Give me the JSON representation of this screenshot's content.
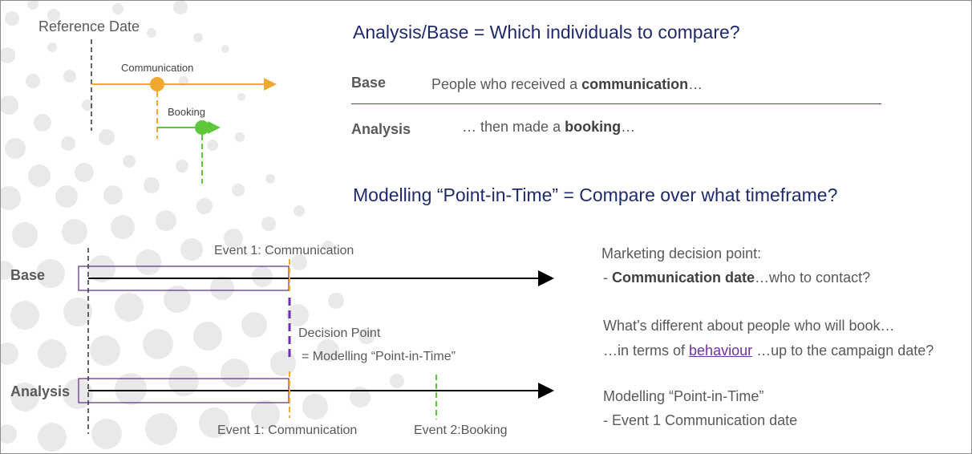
{
  "colors": {
    "heading": "#1f2a6b",
    "text": "#595959",
    "communication": "#f0a830",
    "booking": "#5cc83a",
    "decision": "#7030a0",
    "box": "#5a2a82",
    "rule": "#a0293a",
    "arrow": "#000000"
  },
  "mini_timeline": {
    "reference_date_label": "Reference Date",
    "communication_label": "Communication",
    "booking_label": "Booking"
  },
  "section1": {
    "title": "Analysis/Base = Which individuals to compare?",
    "base_label": "Base",
    "base_text_pre": "People who received a ",
    "base_text_bold": "communication",
    "base_text_post": "…",
    "analysis_label": "Analysis",
    "analysis_text_pre": "… then made a ",
    "analysis_text_bold": "booking",
    "analysis_text_post": "…"
  },
  "section2": {
    "title": "Modelling “Point-in-Time” = Compare over what timeframe?"
  },
  "timeline": {
    "base_label": "Base",
    "analysis_label": "Analysis",
    "event1_top": "Event 1: Communication",
    "event1_bottom": "Event 1: Communication",
    "event2_bottom": "Event 2:Booking",
    "decision_line1": "Decision Point",
    "decision_line2": "= Modelling “Point-in-Time”"
  },
  "notes": {
    "marketing_title": "Marketing decision point:",
    "marketing_bullet_pre": " - ",
    "marketing_bullet_bold": "Communication date",
    "marketing_bullet_post": "…who to contact?",
    "diff_line1": "What’s different about people who will book…",
    "diff_line2_pre": "…in terms of ",
    "diff_line2_link": "behaviour",
    "diff_line2_post": " …up to the campaign date?",
    "modelling_title": "Modelling “Point-in-Time”",
    "modelling_bullet": " - Event 1 Communication date"
  }
}
